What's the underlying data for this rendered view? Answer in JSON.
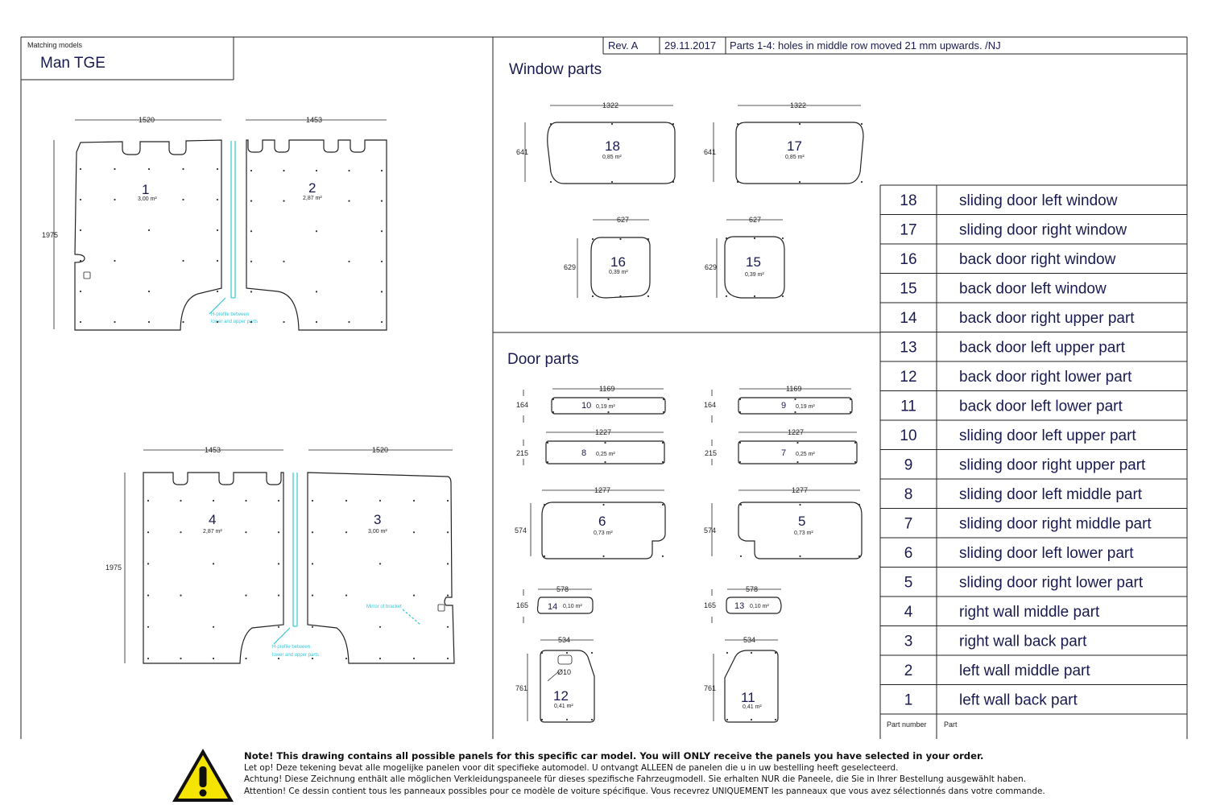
{
  "header": {
    "matching_models_label": "Matching models",
    "model": "Man TGE",
    "rev": "Rev. A",
    "date": "29.11.2017",
    "change_note": "Parts 1-4: holes in middle row moved 21 mm upwards. /NJ"
  },
  "sections": {
    "window_title": "Window parts",
    "door_title": "Door parts"
  },
  "wall_parts": {
    "upper_dims": {
      "w1": "1520",
      "w2": "1453",
      "h": "1975"
    },
    "lower_dims": {
      "w1": "1453",
      "w2": "1520",
      "h": "1975"
    },
    "p1": {
      "num": "1",
      "area": "3,00 m²"
    },
    "p2": {
      "num": "2",
      "area": "2,87 m²"
    },
    "p3": {
      "num": "3",
      "area": "3,00 m²"
    },
    "p4": {
      "num": "4",
      "area": "2,87 m²"
    },
    "profile_note_upper": [
      "H-profile between",
      "lower and upper parts"
    ],
    "profile_note_lower": [
      "H-profile between",
      "lower and upper parts"
    ],
    "lower_cyan_note": "Mirror of bracket"
  },
  "window_parts": {
    "p18": {
      "num": "18",
      "area": "0,85 m²",
      "w": "1322",
      "h": "641"
    },
    "p17": {
      "num": "17",
      "area": "0,85 m²",
      "w": "1322",
      "h": "641"
    },
    "p16": {
      "num": "16",
      "area": "0,39 m²",
      "w": "627",
      "h": "629"
    },
    "p15": {
      "num": "15",
      "area": "0,39 m²",
      "w": "627",
      "h": "629"
    }
  },
  "door_parts": {
    "p10": {
      "num": "10",
      "area": "0,19 m²",
      "w": "1169",
      "h": "164"
    },
    "p9": {
      "num": "9",
      "area": "0,19 m²",
      "w": "1169",
      "h": "164"
    },
    "p8": {
      "num": "8",
      "area": "0,25 m²",
      "w": "1227",
      "h": "215"
    },
    "p7": {
      "num": "7",
      "area": "0,25 m²",
      "w": "1227",
      "h": "215"
    },
    "p6": {
      "num": "6",
      "area": "0,73 m²",
      "w": "1277",
      "h": "574"
    },
    "p5": {
      "num": "5",
      "area": "0,73 m²",
      "w": "1277",
      "h": "574"
    },
    "p14": {
      "num": "14",
      "area": "0,10 m²",
      "w": "578",
      "h": "165"
    },
    "p13": {
      "num": "13",
      "area": "0,10 m²",
      "w": "578",
      "h": "165"
    },
    "p12": {
      "num": "12",
      "area": "0,41 m²",
      "w": "534",
      "h": "761",
      "hole": "Ø10"
    },
    "p11": {
      "num": "11",
      "area": "0,41 m²",
      "w": "534",
      "h": "761"
    }
  },
  "parts_table": {
    "rows": [
      {
        "num": "18",
        "name": "sliding door left window"
      },
      {
        "num": "17",
        "name": "sliding door right window"
      },
      {
        "num": "16",
        "name": "back door right window"
      },
      {
        "num": "15",
        "name": "back door left window"
      },
      {
        "num": "14",
        "name": "back door right upper part"
      },
      {
        "num": "13",
        "name": "back door left upper part"
      },
      {
        "num": "12",
        "name": "back door right lower part"
      },
      {
        "num": "11",
        "name": "back door left lower part"
      },
      {
        "num": "10",
        "name": "sliding door left upper part"
      },
      {
        "num": "9",
        "name": "sliding door right upper part"
      },
      {
        "num": "8",
        "name": "sliding door left middle part"
      },
      {
        "num": "7",
        "name": "sliding door right middle part"
      },
      {
        "num": "6",
        "name": "sliding door left lower part"
      },
      {
        "num": "5",
        "name": "sliding door right lower part"
      },
      {
        "num": "4",
        "name": "right wall middle part"
      },
      {
        "num": "3",
        "name": "right wall back part"
      },
      {
        "num": "2",
        "name": "left wall middle part"
      },
      {
        "num": "1",
        "name": "left wall back part"
      }
    ],
    "footer_num_label": "Part number",
    "footer_name_label": "Part"
  },
  "notice": {
    "warning_icon": "warning-triangle-icon",
    "en": "Note! This drawing contains all possible panels for this specific car model. You will ONLY receive the panels you have selected in your order.",
    "nl": "Let op! Deze tekening bevat alle mogelijke panelen voor dit specifieke automodel. U ontvangt ALLEEN de panelen die u in uw bestelling heeft geselecteerd.",
    "de": "Achtung! Diese Zeichnung enthält alle möglichen Verkleidungspaneele für dieses spezifische Fahrzeugmodell. Sie erhalten NUR die Paneele, die Sie in Ihrer Bestellung ausgewählt haben.",
    "fr": "Attention! Ce dessin contient tous les panneaux possibles pour ce modèle de voiture spécifique. Vous recevrez UNIQUEMENT les panneaux que vous avez sélectionnés dans votre commande."
  }
}
